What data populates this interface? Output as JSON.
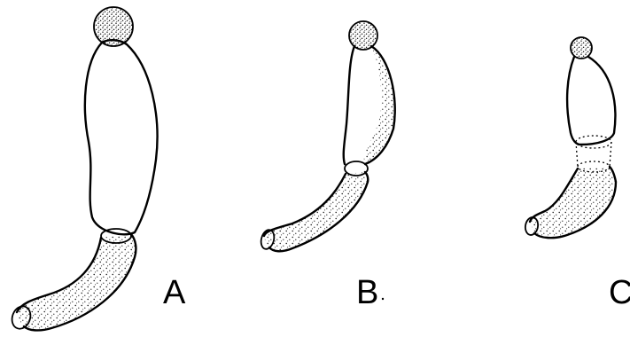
{
  "figure": {
    "panels": [
      {
        "label": "A"
      },
      {
        "label": "B"
      },
      {
        "label": "C"
      }
    ]
  },
  "colors": {
    "ink": "#000000",
    "background": "#ffffff"
  }
}
